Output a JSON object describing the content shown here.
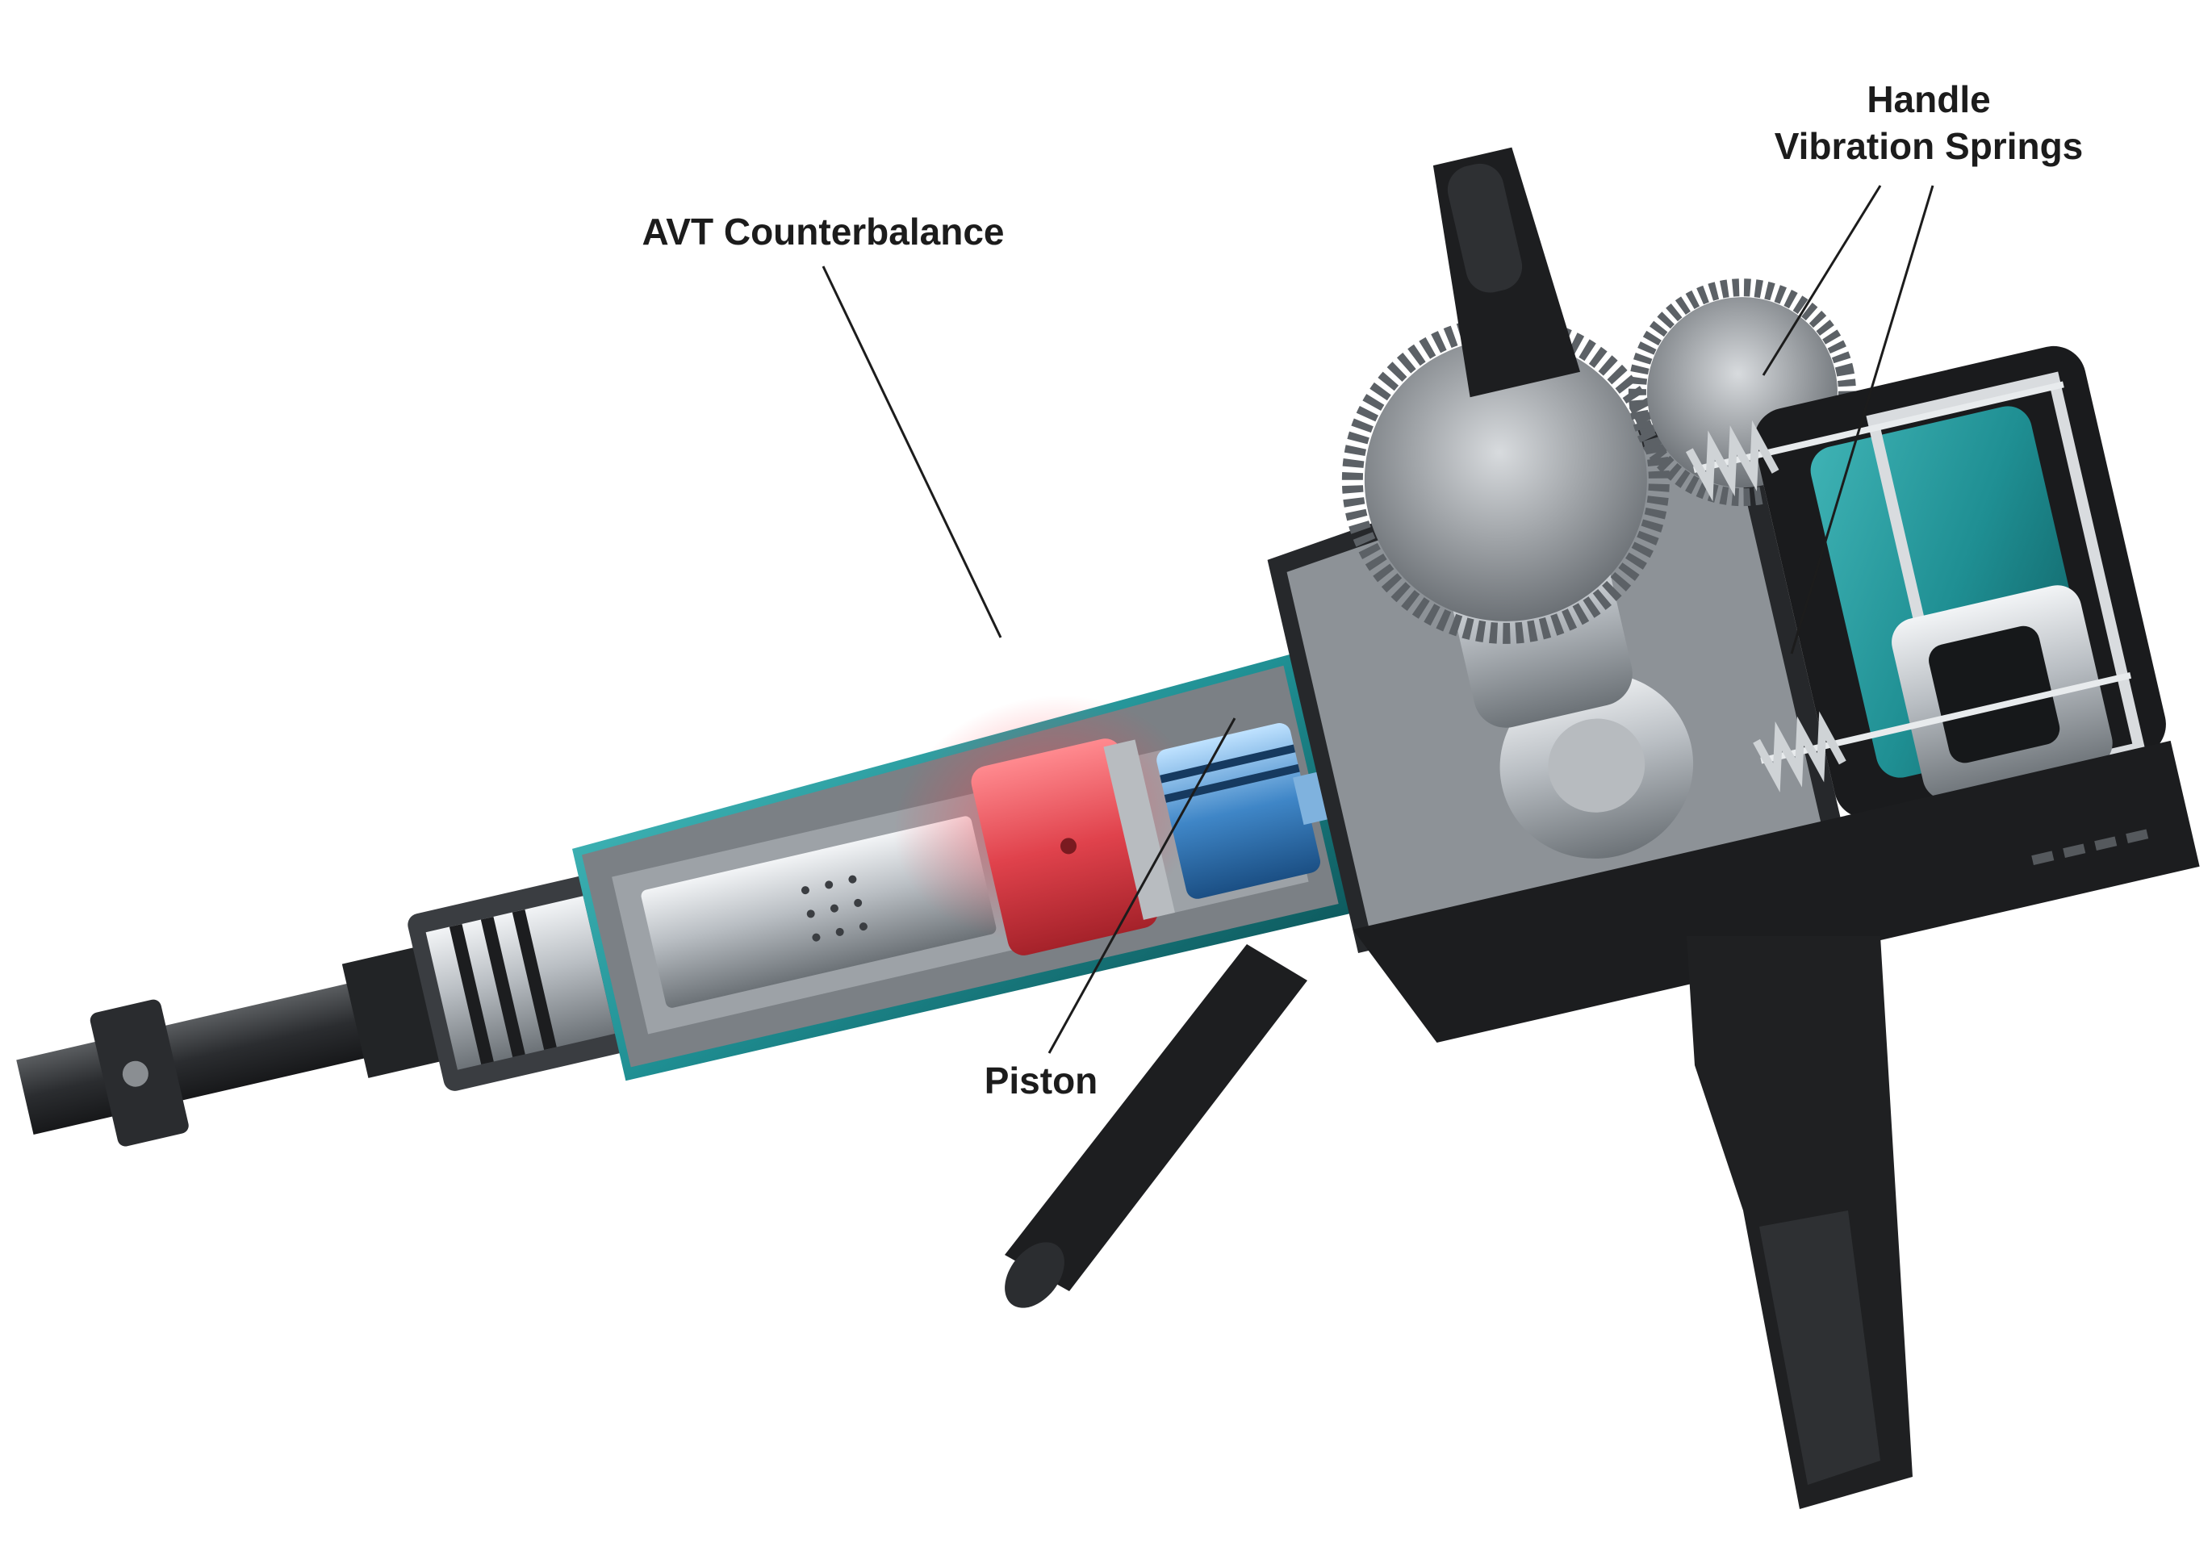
{
  "labels": {
    "avt": "AVT Counterbalance",
    "handle_line1": "Handle",
    "handle_line2": "Vibration Springs",
    "piston": "Piston"
  },
  "colors": {
    "background": "#ffffff",
    "housing_teal": "#1f8f93",
    "housing_black": "#1b1c1e",
    "metal_silver": "#c8ccd0",
    "counterbalance_red": "#e0424c",
    "piston_blue": "#3f86c7",
    "leader_line": "#1c1c1c"
  }
}
